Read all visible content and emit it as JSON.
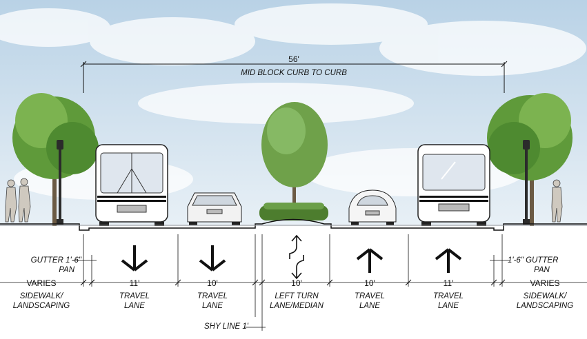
{
  "overall": {
    "dimension": "56'",
    "caption": "MID BLOCK CURB TO CURB"
  },
  "left_edge": {
    "gutter_label": "GUTTER 1'-6\"",
    "width": "VARIES",
    "name_line1": "SIDEWALK/",
    "name_line2": "LANDSCAPING"
  },
  "right_edge": {
    "gutter_label_line1": "1'-6\" GUTTER",
    "gutter_label_line2": "PAN",
    "width": "VARIES",
    "name_line1": "SIDEWALK/",
    "name_line2": "LANDSCAPING"
  },
  "lanes": [
    {
      "width": "11'",
      "line1": "TRAVEL",
      "line2": "LANE",
      "direction": "down"
    },
    {
      "width": "10'",
      "line1": "TRAVEL",
      "line2": "LANE",
      "direction": "down"
    },
    {
      "width": "10'",
      "line1": "LEFT TURN",
      "line2": "LANE/MEDIAN",
      "direction": "left-turn"
    },
    {
      "width": "10'",
      "line1": "TRAVEL",
      "line2": "LANE",
      "direction": "up"
    },
    {
      "width": "11'",
      "line1": "TRAVEL",
      "line2": "LANE",
      "direction": "up"
    }
  ],
  "shy_line": "SHY LINE 1'",
  "gutter_pan_word": "PAN",
  "colors": {
    "sky": "#cfe0ee",
    "tree": "#5f9a3a",
    "ink": "#111111"
  }
}
